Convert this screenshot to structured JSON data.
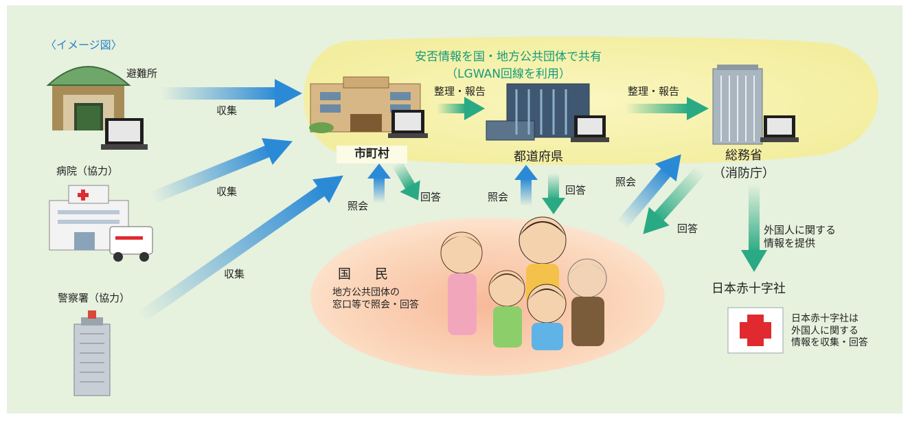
{
  "title": "〈イメージ図〉",
  "share_info": {
    "line1": "安否情報を国・地方公共団体で共有",
    "line2": "（LGWAN回線を利用）"
  },
  "nodes": {
    "shelter": "避難所",
    "hospital": "病院（協力）",
    "police": "警察署（協力）",
    "municipality": "市町村",
    "prefecture": "都道府県",
    "ministry_line1": "総務省",
    "ministry_line2": "（消防庁）",
    "red_cross": "日本赤十字社"
  },
  "citizens": {
    "title": "国　民",
    "desc_line1": "地方公共団体の",
    "desc_line2": "窓口等で照会・回答"
  },
  "arrows": {
    "collect_shelter": "収集",
    "collect_hospital": "収集",
    "collect_police": "収集",
    "report_1": "整理・報告",
    "report_2": "整理・報告",
    "inquiry_muni": "照会",
    "answer_muni": "回答",
    "inquiry_pref": "照会",
    "answer_pref": "回答",
    "inquiry_ministry": "照会",
    "answer_ministry": "回答",
    "foreign_line1": "外国人に関する",
    "foreign_line2": "情報を提供"
  },
  "red_cross_box": {
    "line1": "日本赤十字社は",
    "line2": "外国人に関する",
    "line3": "情報を収集・回答"
  },
  "colors": {
    "background": "#e6f1de",
    "share_area": "#f7f3b0",
    "blue_arrow": "#2b8ad6",
    "green_arrow": "#2aaa84",
    "title_blue": "#2a83c6",
    "title_green": "#159a7a",
    "red_cross": "#e02a2f"
  }
}
